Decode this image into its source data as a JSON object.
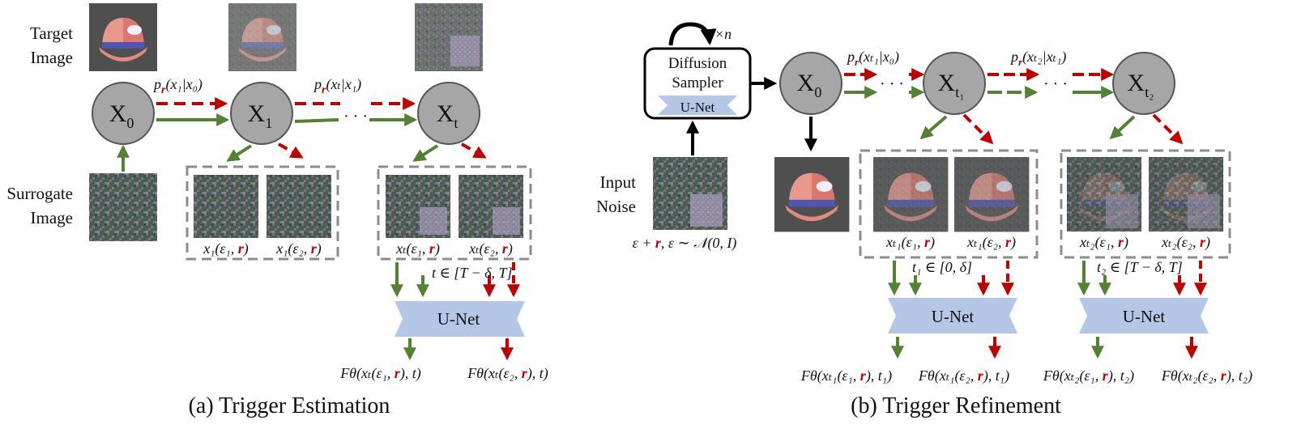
{
  "panel_a": {
    "caption": "(a) Trigger Estimation",
    "target_label": [
      "Target",
      "Image"
    ],
    "surrogate_label": [
      "Surrogate",
      "Image"
    ],
    "nodes": [
      {
        "main": "X",
        "sub": "0"
      },
      {
        "main": "X",
        "sub": "1"
      },
      {
        "main": "X",
        "sub": "t"
      }
    ],
    "trans1": {
      "p": "p",
      "r": "r",
      "rest": "(x₁|x₀)"
    },
    "trans2": {
      "p": "p",
      "r": "r",
      "rest": "(xₜ|x₁)"
    },
    "dots": "· · ·",
    "box1": [
      {
        "pre": "x₁(ε₁, ",
        "r": "r",
        "post": ")"
      },
      {
        "pre": "x₁(ε₂, ",
        "r": "r",
        "post": ")"
      }
    ],
    "box2": [
      {
        "pre": "xₜ(ε₁, ",
        "r": "r",
        "post": ")"
      },
      {
        "pre": "xₜ(ε₂, ",
        "r": "r",
        "post": ")"
      }
    ],
    "t_range": "t ∈ [T − δ, T]",
    "unet": "U-Net",
    "out1": {
      "pre": "Fθ(xₜ(ε₁, ",
      "r": "r",
      "post": "), t)"
    },
    "out2": {
      "pre": "Fθ(xₜ(ε₂, ",
      "r": "r",
      "post": "), t)"
    }
  },
  "panel_b": {
    "caption": "(b) Trigger Refinement",
    "repeat": "×n",
    "sampler": [
      "Diffusion",
      "Sampler"
    ],
    "sampler_unet": "U-Net",
    "input_label": [
      "Input",
      "Noise"
    ],
    "input_formula": {
      "pre": "ε + ",
      "r": "r",
      "post": ", ε ∼ 𝒩(0, I)"
    },
    "nodes": [
      {
        "main": "X",
        "sub": "0"
      },
      {
        "main": "X",
        "sub": "t₁"
      },
      {
        "main": "X",
        "sub": "t₂"
      }
    ],
    "trans1": {
      "p": "p",
      "r": "r",
      "rest": "(xₜ₁|x₀)"
    },
    "trans2": {
      "p": "p",
      "r": "r",
      "rest": "(xₜ₂|xₜ₁)"
    },
    "dots": "· · ·",
    "box1": [
      {
        "pre": "xₜ₁(ε₁, ",
        "r": "r",
        "post": ")"
      },
      {
        "pre": "xₜ₁(ε₂, ",
        "r": "r",
        "post": ")"
      }
    ],
    "box2": [
      {
        "pre": "xₜ₂(ε₁, ",
        "r": "r",
        "post": ")"
      },
      {
        "pre": "xₜ₂(ε₂, ",
        "r": "r",
        "post": ")"
      }
    ],
    "t1_range": "t₁ ∈ [0, δ]",
    "t2_range": "t₂ ∈ [T − δ, T]",
    "unet1": "U-Net",
    "unet2": "U-Net",
    "out1": {
      "pre": "Fθ(xₜ₁(ε₁, ",
      "r": "r",
      "post": "), t₁)"
    },
    "out2": {
      "pre": "Fθ(xₜ₁(ε₂, ",
      "r": "r",
      "post": "), t₁)"
    },
    "out3": {
      "pre": "Fθ(xₜ₂(ε₁, ",
      "r": "r",
      "post": "), t₂)"
    },
    "out4": {
      "pre": "Fθ(xₜ₂(ε₂, ",
      "r": "r",
      "post": "), t₂)"
    }
  },
  "colors": {
    "green": "#548235",
    "red": "#c00000",
    "node": "#a6a6a6",
    "unet": "#b4c7e7",
    "box": "#8c8c8c"
  }
}
